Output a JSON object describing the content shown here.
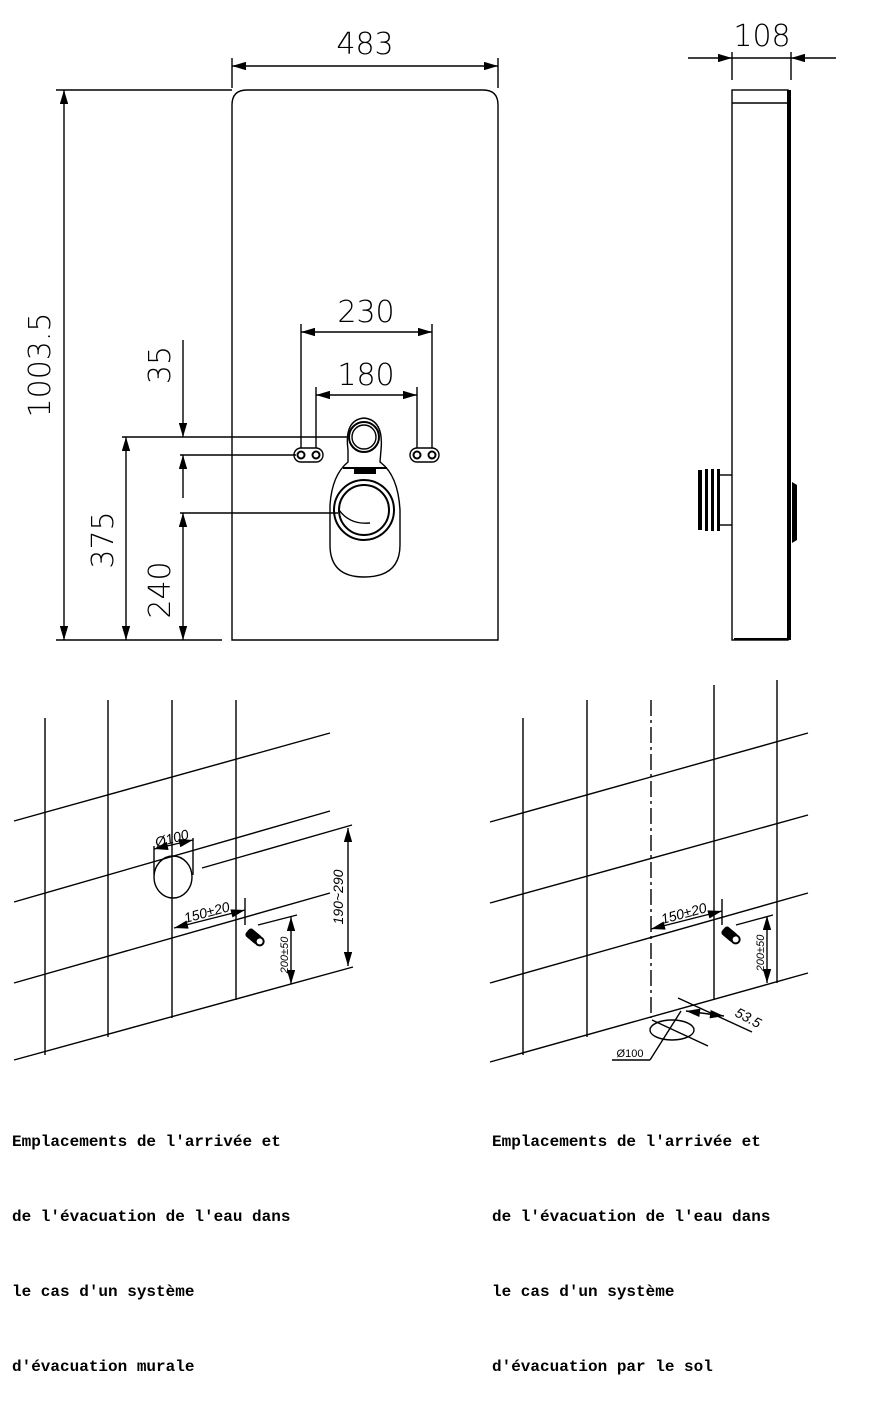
{
  "front_view": {
    "width": "483",
    "height": "1003.5",
    "dim_230": "230",
    "dim_180": "180",
    "dim_35": "35",
    "dim_375": "375",
    "dim_240": "240"
  },
  "side_view": {
    "depth": "108"
  },
  "wall_drain": {
    "diameter": "Ø100",
    "spacing": "150±20",
    "height_range": "190~290",
    "supply_height": "200±50",
    "caption": [
      "Emplacements de l'arrivée et",
      "de l'évacuation de l'eau dans",
      "le cas d'un système",
      "d'évacuation murale"
    ]
  },
  "floor_drain": {
    "spacing": "150±20",
    "supply_height": "200±50",
    "offset": "53.5",
    "diameter": "Ø100",
    "caption": [
      "Emplacements de l'arrivée et",
      "de l'évacuation de l'eau dans",
      "le cas d'un système",
      "d'évacuation par le sol"
    ]
  }
}
